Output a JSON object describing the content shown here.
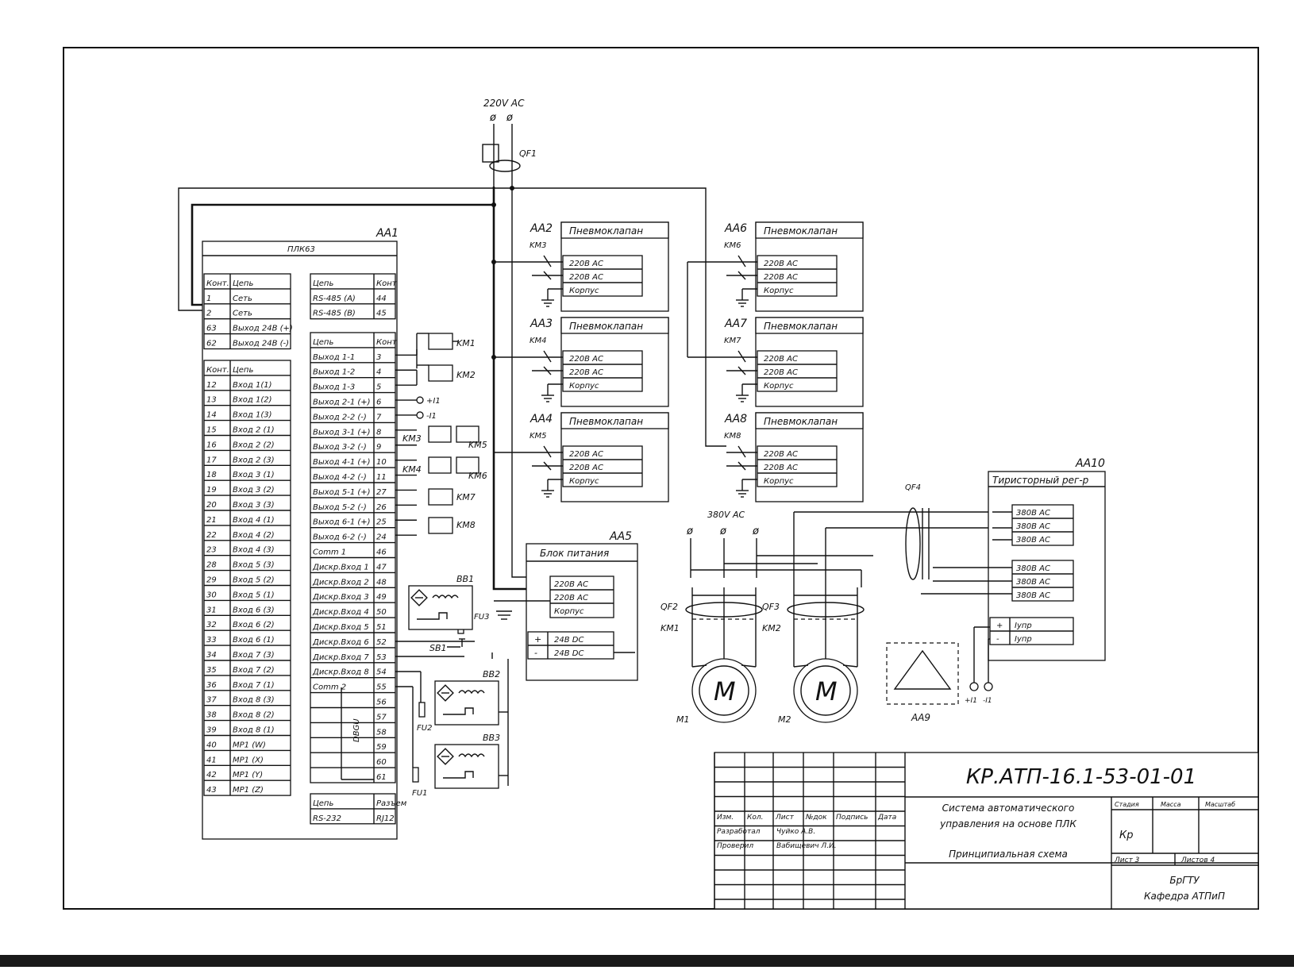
{
  "supply": {
    "main": "220V AC",
    "motor": "380V AC"
  },
  "breakers": [
    "QF1",
    "QF2",
    "QF3",
    "QF4"
  ],
  "plc": {
    "id": "AA1",
    "model": "ПЛК63",
    "power_header": [
      "Конт.",
      "Цепь"
    ],
    "power_rows": [
      [
        "1",
        "Сеть"
      ],
      [
        "2",
        "Сеть"
      ],
      [
        "63",
        "Выход 24В (+)"
      ],
      [
        "62",
        "Выход 24В (-)"
      ]
    ],
    "inputs_header": [
      "Конт.",
      "Цепь"
    ],
    "inputs": [
      [
        "12",
        "Вход 1(1)"
      ],
      [
        "13",
        "Вход 1(2)"
      ],
      [
        "14",
        "Вход 1(3)"
      ],
      [
        "15",
        "Вход 2 (1)"
      ],
      [
        "16",
        "Вход 2 (2)"
      ],
      [
        "17",
        "Вход 2 (3)"
      ],
      [
        "18",
        "Вход 3 (1)"
      ],
      [
        "19",
        "Вход 3 (2)"
      ],
      [
        "20",
        "Вход 3 (3)"
      ],
      [
        "21",
        "Вход 4 (1)"
      ],
      [
        "22",
        "Вход 4 (2)"
      ],
      [
        "23",
        "Вход 4 (3)"
      ],
      [
        "28",
        "Вход 5 (3)"
      ],
      [
        "29",
        "Вход 5 (2)"
      ],
      [
        "30",
        "Вход 5 (1)"
      ],
      [
        "31",
        "Вход 6 (3)"
      ],
      [
        "32",
        "Вход 6 (2)"
      ],
      [
        "33",
        "Вход 6 (1)"
      ],
      [
        "34",
        "Вход 7 (3)"
      ],
      [
        "35",
        "Вход 7 (2)"
      ],
      [
        "36",
        "Вход 7 (1)"
      ],
      [
        "37",
        "Вход 8 (3)"
      ],
      [
        "38",
        "Вход 8 (2)"
      ],
      [
        "39",
        "Вход 8 (1)"
      ],
      [
        "40",
        "MP1 (W)"
      ],
      [
        "41",
        "MP1 (X)"
      ],
      [
        "42",
        "MP1 (Y)"
      ],
      [
        "43",
        "MP1 (Z)"
      ]
    ],
    "rs_header": [
      "Цепь",
      "Конт"
    ],
    "rs_rows": [
      [
        "RS-485 (A)",
        "44"
      ],
      [
        "RS-485 (B)",
        "45"
      ]
    ],
    "outputs_header": [
      "Цепь",
      "Конт"
    ],
    "outputs": [
      [
        "Выход 1-1",
        "3"
      ],
      [
        "Выход 1-2",
        "4"
      ],
      [
        "Выход 1-3",
        "5"
      ],
      [
        "Выход 2-1 (+)",
        "6"
      ],
      [
        "Выход 2-2 (-)",
        "7"
      ],
      [
        "Выход 3-1 (+)",
        "8"
      ],
      [
        "Выход 3-2 (-)",
        "9"
      ],
      [
        "Выход 4-1 (+)",
        "10"
      ],
      [
        "Выход 4-2 (-)",
        "11"
      ],
      [
        "Выход 5-1 (+)",
        "27"
      ],
      [
        "Выход 5-2 (-)",
        "26"
      ],
      [
        "Выход 6-1 (+)",
        "25"
      ],
      [
        "Выход 6-2 (-)",
        "24"
      ],
      [
        "Comm 1",
        "46"
      ],
      [
        "Дискр.Вход 1",
        "47"
      ],
      [
        "Дискр.Вход 2",
        "48"
      ],
      [
        "Дискр.Вход 3",
        "49"
      ],
      [
        "Дискр.Вход 4",
        "50"
      ],
      [
        "Дискр.Вход 5",
        "51"
      ],
      [
        "Дискр.Вход 6",
        "52"
      ],
      [
        "Дискр.Вход 7",
        "53"
      ],
      [
        "Дискр.Вход 8",
        "54"
      ],
      [
        "Comm 2",
        "55"
      ],
      [
        "",
        "56"
      ],
      [
        "",
        "57"
      ],
      [
        "",
        "58"
      ],
      [
        "",
        "59"
      ],
      [
        "",
        "60"
      ],
      [
        "",
        "61"
      ]
    ],
    "dbgu": "DBGU",
    "port_header": [
      "Цепь",
      "Разъем"
    ],
    "port_row": [
      "RS-232",
      "RJ12"
    ]
  },
  "relays": [
    "KM1",
    "KM2",
    "KM3",
    "KM4",
    "KM5",
    "KM6",
    "KM7",
    "KM8"
  ],
  "signals": {
    "pos": "+I1",
    "neg": "-I1",
    "pos2": "+I1",
    "neg2": "-I1"
  },
  "valves": [
    {
      "id": "AA2",
      "km": "KM3",
      "title": "Пневмоклапан",
      "rows": [
        "220В AC",
        "220В AC",
        "Корпус"
      ]
    },
    {
      "id": "AA3",
      "km": "KM4",
      "title": "Пневмоклапан",
      "rows": [
        "220В AC",
        "220В AC",
        "Корпус"
      ]
    },
    {
      "id": "AA4",
      "km": "KM5",
      "title": "Пневмоклапан",
      "rows": [
        "220В AC",
        "220В AC",
        "Корпус"
      ]
    },
    {
      "id": "AA6",
      "km": "KM6",
      "title": "Пневмоклапан",
      "rows": [
        "220В AC",
        "220В AC",
        "Корпус"
      ]
    },
    {
      "id": "AA7",
      "km": "KM7",
      "title": "Пневмоклапан",
      "rows": [
        "220В AC",
        "220В AC",
        "Корпус"
      ]
    },
    {
      "id": "AA8",
      "km": "KM8",
      "title": "Пневмоклапан",
      "rows": [
        "220В AC",
        "220В AC",
        "Корпус"
      ]
    }
  ],
  "psu": {
    "id": "AA5",
    "title": "Блок питания",
    "rows": [
      "220В AC",
      "220В AC",
      "Корпус"
    ],
    "dc": [
      [
        "+",
        "24В DC"
      ],
      [
        "-",
        "24В DC"
      ]
    ]
  },
  "sensors": [
    "BB1",
    "BB2",
    "BB3"
  ],
  "fuses": [
    "FU1",
    "FU2",
    "FU3"
  ],
  "button": "SB1",
  "thyristor": {
    "id": "AA10",
    "title": "Тиристорный рег-р",
    "in": [
      "380В AC",
      "380В AC",
      "380В AC"
    ],
    "out": [
      "380В AC",
      "380В AC",
      "380В AC"
    ],
    "ctl": [
      [
        "+",
        "Iупр"
      ],
      [
        "-",
        "Iупр"
      ]
    ]
  },
  "motors": [
    {
      "id": "M1",
      "letter": "M",
      "qf": "QF2",
      "km": "KM1"
    },
    {
      "id": "M2",
      "letter": "M",
      "qf": "QF3",
      "km": "KM2"
    }
  ],
  "heater": "AA9",
  "title_block": {
    "code": "КР.АТП-16.1-53-01-01",
    "description_1": "Система автоматического",
    "description_2": "управления на основе ПЛК",
    "description_3": "Принципиальная схема",
    "columns": [
      "Изм.",
      "Кол.",
      "Лист",
      "№док",
      "Подпись",
      "Дата"
    ],
    "roles": [
      [
        "Разработал",
        "Чуйко А.В."
      ],
      [
        "Проверил",
        "Вабищевич Л.И."
      ]
    ],
    "stage_header": [
      "Стадия",
      "Масса",
      "Масштаб"
    ],
    "stage": "Кр",
    "sheet": "Лист 3",
    "sheets": "Листов 4",
    "org_1": "БрГТУ",
    "org_2": "Кафедра АТПиП"
  }
}
